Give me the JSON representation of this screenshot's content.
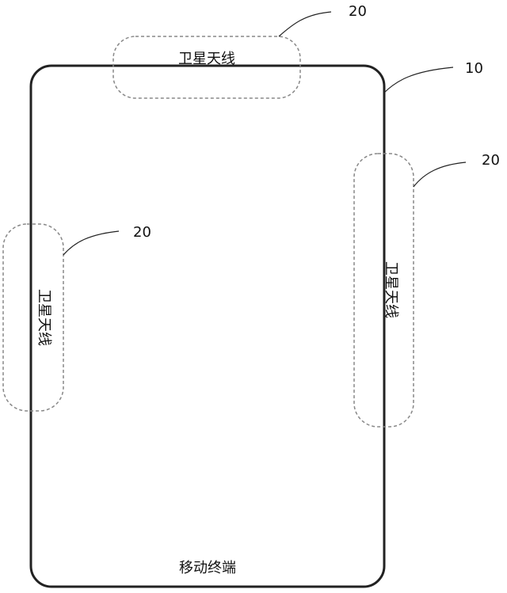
{
  "device": {
    "label": "移动终端",
    "ref": "10"
  },
  "antennas": {
    "top": {
      "label": "卫星天线",
      "ref": "20"
    },
    "right": {
      "label": "卫星天线",
      "ref": "20"
    },
    "left": {
      "label": "卫星天线",
      "ref": "20"
    }
  },
  "colors": {
    "line": "#222222",
    "dashed": "#888888"
  }
}
